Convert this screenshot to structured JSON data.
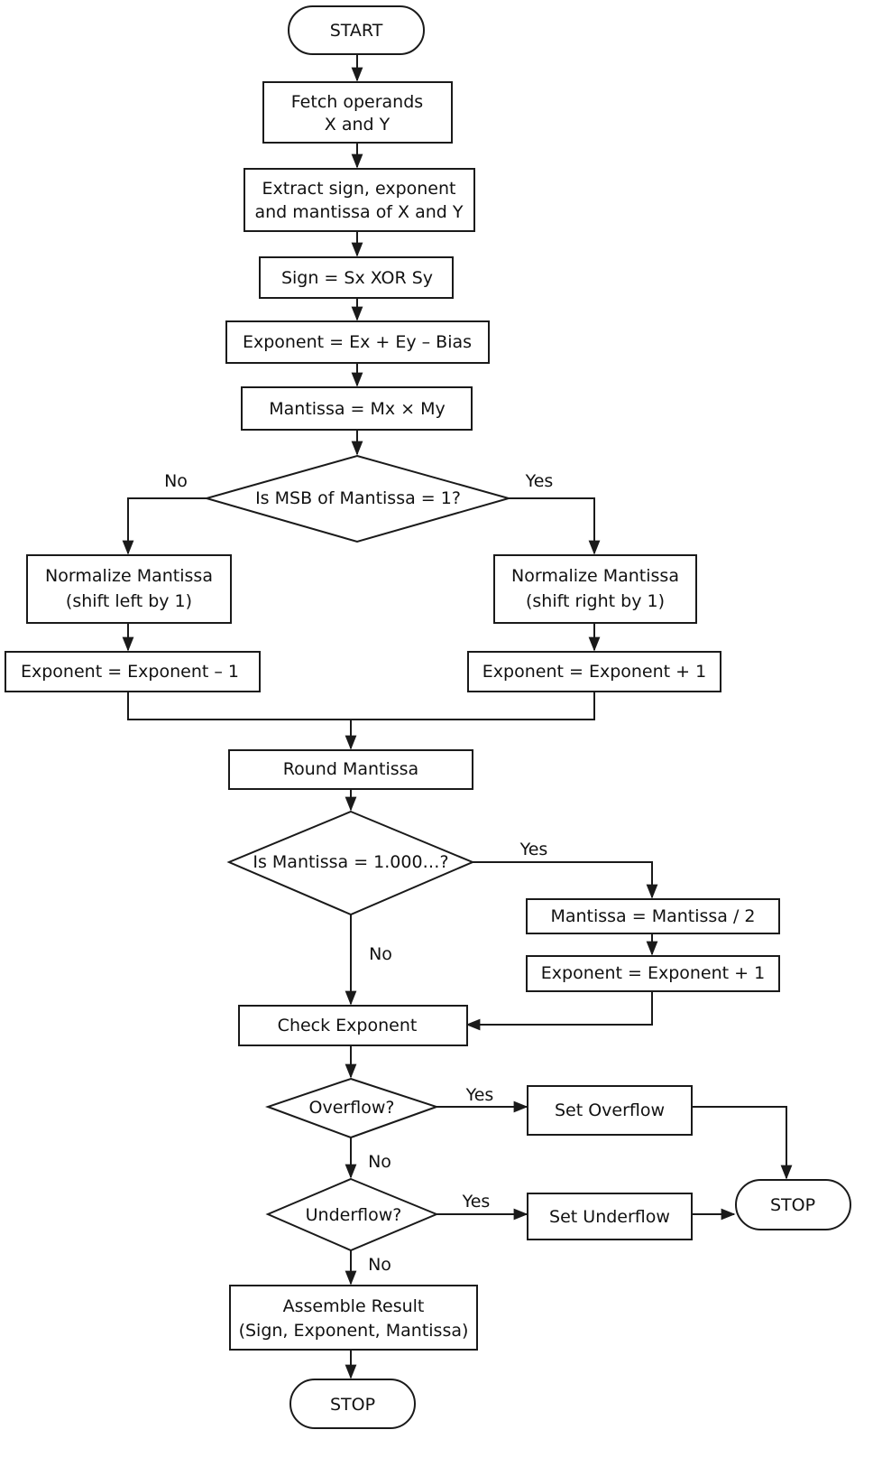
{
  "nodes": {
    "start": "START",
    "fetch_1": "Fetch operands",
    "fetch_2": "X and Y",
    "extract_1": "Extract sign, exponent",
    "extract_2": "and mantissa of X and Y",
    "sign": "Sign = Sx XOR Sy",
    "exponent": "Exponent = Ex + Ey – Bias",
    "mantissa": "Mantissa = Mx × My",
    "msb_decision": "Is MSB of Mantissa = 1?",
    "norm_left_1": "Normalize Mantissa",
    "norm_left_2": "(shift left by 1)",
    "exp_dec": "Exponent = Exponent – 1",
    "norm_right_1": "Normalize Mantissa",
    "norm_right_2": "(shift right by 1)",
    "exp_inc": "Exponent = Exponent + 1",
    "round": "Round Mantissa",
    "mant_decision": "Is Mantissa = 1.000…?",
    "mant_half": "Mantissa = Mantissa / 2",
    "exp_inc2": "Exponent = Exponent + 1",
    "check_exp": "Check Exponent",
    "overflow_decision": "Overflow?",
    "set_overflow": "Set Overflow",
    "underflow_decision": "Underflow?",
    "set_underflow": "Set Underflow",
    "stop_right": "STOP",
    "assemble_1": "Assemble Result",
    "assemble_2": "(Sign, Exponent, Mantissa)",
    "stop": "STOP"
  },
  "edge_labels": {
    "msb_no": "No",
    "msb_yes": "Yes",
    "mant_yes": "Yes",
    "mant_no": "No",
    "overflow_yes": "Yes",
    "overflow_no": "No",
    "underflow_yes": "Yes",
    "underflow_no": "No"
  }
}
